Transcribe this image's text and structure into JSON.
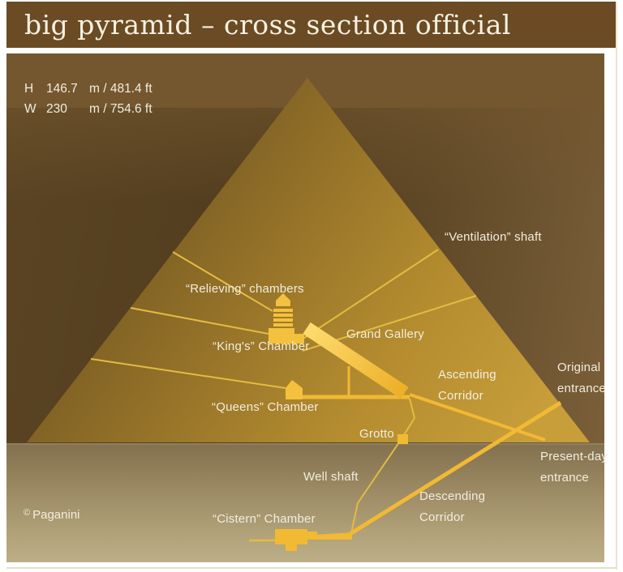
{
  "title_bar": {
    "title": "big pyramid – cross section official",
    "bg_color": "#6B4B23",
    "text_color": "#F6F1E2"
  },
  "measurements": {
    "rows": [
      {
        "letter": "H",
        "value": "146.7",
        "unit": "m / 481.4 ft"
      },
      {
        "letter": "W",
        "value": "230",
        "unit": "m / 754.6 ft"
      }
    ]
  },
  "diagram_labels": {
    "ventilation_shaft": "“Ventilation” shaft",
    "relieving_chambers": "“Relieving” chambers",
    "kings_chamber": "“King's” Chamber",
    "grand_gallery": "Grand Gallery",
    "ascending_corridor": {
      "line1": "Ascending",
      "line2": "Corridor"
    },
    "original_entrance": {
      "line1": "Original",
      "line2": "entrance"
    },
    "queens_chamber": "“Queens” Chamber",
    "grotto": "Grotto",
    "present_day_entrance": {
      "line1": "Present-day",
      "line2": "entrance"
    },
    "well_shaft": "Well shaft",
    "descending_corridor": {
      "line1": "Descending",
      "line2": "Corridor"
    },
    "cistern_chamber": "“Cistern” Chamber"
  },
  "credit": {
    "symbol": "©",
    "name": "Paganini"
  },
  "colors": {
    "title_bar_brown": "#6B4B23",
    "background_brown_dark": "#523D1E",
    "background_brown_light": "#74572F",
    "ground_tan": "#AFA077",
    "pyramid_gold_dark": "#6E531F",
    "pyramid_gold_light": "#C79E3A",
    "passage_gold": "#F1B934",
    "gallery_gold_bright": "#FFDC6E",
    "shaft_line_gold": "#E3BC42",
    "label_white": "#F2EDDE"
  }
}
